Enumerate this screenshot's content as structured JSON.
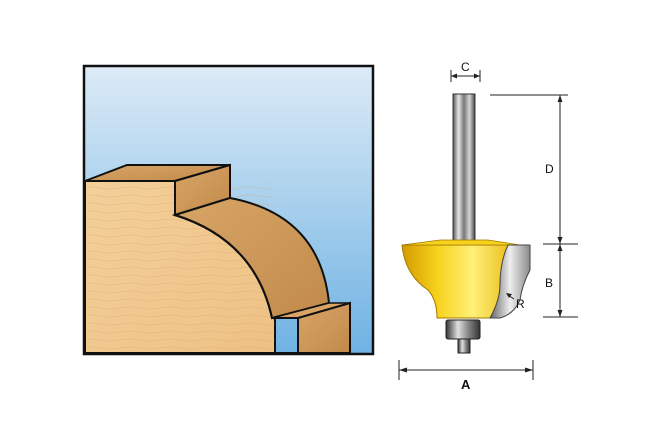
{
  "profile_panel": {
    "description": "wood-profile-illustration",
    "background_top": "#dcebf6",
    "background_bottom": "#6fb2e3",
    "wood_light": "#f1c98c",
    "wood_dark": "#c8904f",
    "outline": "#111111"
  },
  "bit_diagram": {
    "labels": {
      "shank_diameter": "C",
      "shank_length": "D",
      "cut_height": "B",
      "radius": "R",
      "cut_diameter": "A"
    },
    "colors": {
      "cutter_body": "#f4c611",
      "cutter_shade": "#e0a800",
      "carbide": "#b8b8b8",
      "shank": "#9a9a9a",
      "dimension_line": "#222222"
    }
  }
}
